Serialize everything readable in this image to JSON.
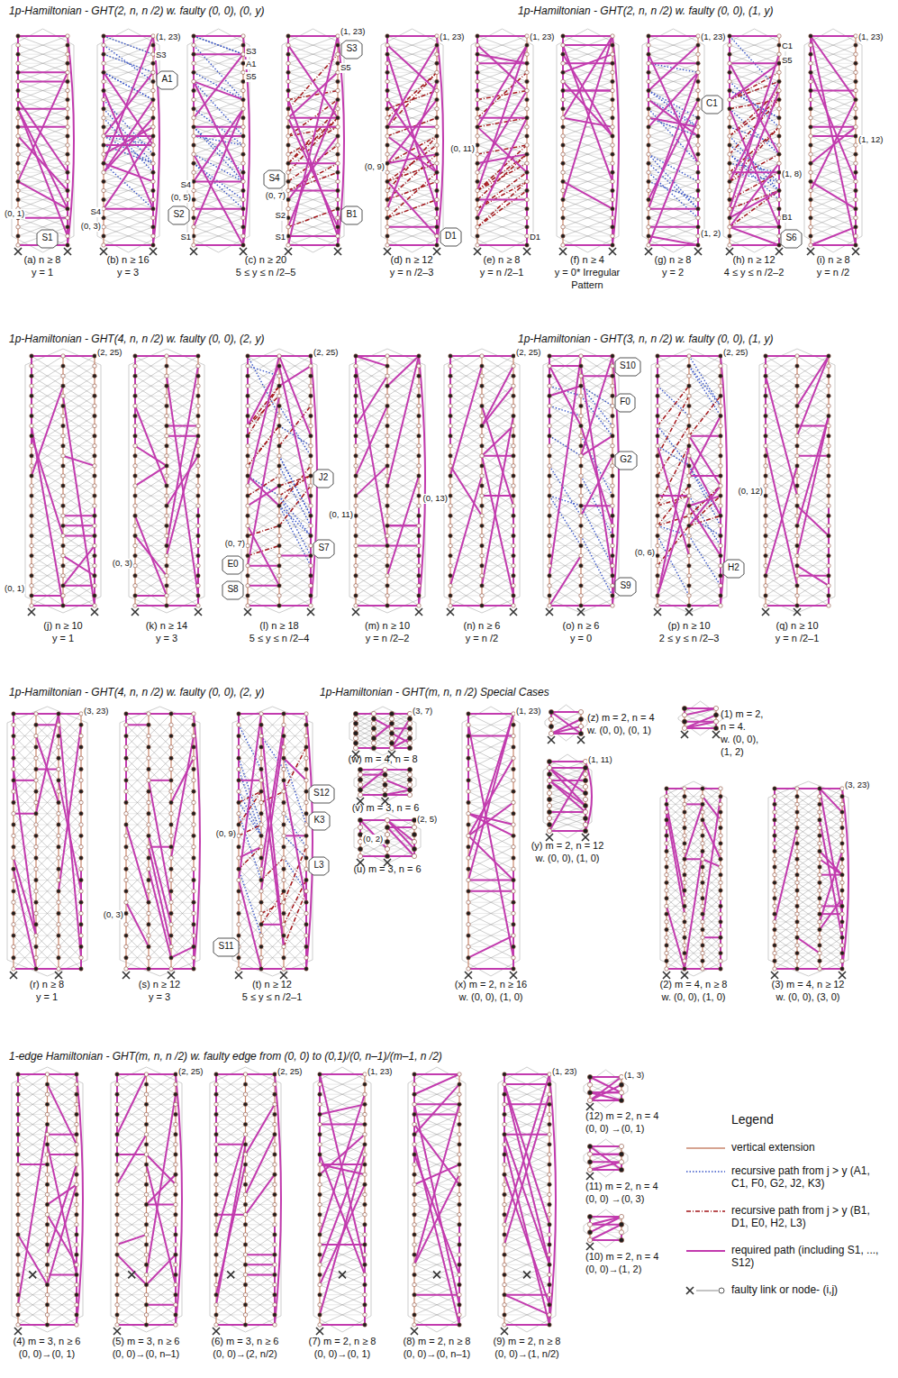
{
  "diagram": {
    "nodes": [
      {
        "text": [
          "S1"
        ]
      },
      {
        "text": [
          "A1"
        ]
      },
      {
        "text": [
          "S2"
        ]
      },
      {
        "text": [
          "S3"
        ]
      },
      {
        "text": [
          "S4"
        ]
      },
      {
        "text": [
          "B1"
        ]
      },
      {
        "text": [
          "D1"
        ]
      },
      {
        "text": [
          "C1"
        ]
      },
      {
        "text": [
          "S6"
        ]
      },
      {
        "text": [
          "E0"
        ]
      },
      {
        "text": [
          "S8"
        ]
      },
      {
        "text": [
          "J2"
        ]
      },
      {
        "text": [
          "S7"
        ]
      },
      {
        "text": [
          "S10"
        ]
      },
      {
        "text": [
          "F0"
        ]
      },
      {
        "text": [
          "G2"
        ]
      },
      {
        "text": [
          "S9"
        ]
      },
      {
        "text": [
          "H2"
        ]
      },
      {
        "text": [
          "S11"
        ]
      },
      {
        "text": [
          "S12"
        ]
      },
      {
        "text": [
          "K3"
        ]
      },
      {
        "text": [
          "L3"
        ]
      }
    ],
    "labels": [
      "1p-Hamiltonian - GHT(2, n, n /2) w. faulty (0, 0), (0, y)",
      "1p-Hamiltonian - GHT(2, n, n /2) w. faulty (0, 0), (1, y)",
      "(0, 1)",
      "(a) n ≥ 8",
      "y = 1",
      "(1, 23)",
      "S3",
      "S4",
      "(0, 3)",
      "(b) n ≥ 16",
      "y = 3",
      "S3",
      "A1",
      "S5",
      "S4",
      "(0, 5)",
      "S1",
      "(1, 23)",
      "S5",
      "(0, 7)",
      "S2",
      "S1",
      "(c) n ≥ 20",
      "5 ≤ y ≤ n /2–5",
      "(1, 23)",
      "(0, 9)",
      "(d) n ≥ 12",
      "y = n /2–3",
      "(1, 23)",
      "(0, 11)",
      "D1",
      "(e) n ≥ 8",
      "y = n /2–1",
      "(f) n ≥ 4",
      "y = 0* Irregular",
      "Pattern",
      "(1, 23)",
      "(1, 2)",
      "(g) n ≥ 8",
      "y = 2",
      "C1",
      "S5",
      "(1, 8)",
      "B1",
      "(h) n ≥ 12",
      "4 ≤ y ≤ n /2–2",
      "(1, 23)",
      "(1, 12)",
      "(i) n ≥ 8",
      "y = n /2",
      "1p-Hamiltonian - GHT(4, n, n /2) w. faulty (0, 0), (2, y)",
      "1p-Hamiltonian - GHT(3, n, n /2) w. faulty (0, 0), (1, y)",
      "(2, 25)",
      "(0, 1)",
      "(j) n ≥ 10",
      "y = 1",
      "(0, 3)",
      "(k) n ≥ 14",
      "y = 3",
      "(2, 25)",
      "(0, 7)",
      "(l) n ≥ 18",
      "5 ≤ y ≤ n /2–4",
      "(0, 11)",
      "(m) n ≥ 10",
      "y = n /2–2",
      "(2, 25)",
      "(0, 13)",
      "(n) n ≥ 6",
      "y = n /2",
      "(o) n ≥ 6",
      "y = 0",
      "(2, 25)",
      "(0, 6)",
      "(p) n ≥ 10",
      "2 ≤ y ≤ n /2–3",
      "(0, 12)",
      "(q) n ≥ 10",
      "y = n /2–1",
      "1p-Hamiltonian - GHT(4, n, n /2) w. faulty (0, 0), (2, y)",
      "1p-Hamiltonian - GHT(m, n, n /2) Special Cases",
      "(3, 23)",
      "(r) n ≥ 8",
      "y = 1",
      "(0, 3)",
      "(s) n ≥ 12",
      "y = 3",
      "(0, 9)",
      "(t) n ≥ 12",
      "5 ≤ y ≤ n /2–1",
      "(3, 7)",
      "(w) m = 4, n = 8",
      "(v) m = 3, n = 6",
      "(2, 5)",
      "(0, 2)",
      "(u) m = 3, n = 6",
      "(1, 23)",
      "(x) m = 2, n ≥ 16",
      "w. (0, 0), (1, 0)",
      "(z) m = 2, n = 4",
      "w. (0, 0), (0, 1)",
      "(1) m = 2,",
      "n = 4.",
      "w. (0, 0),",
      "(1, 2)",
      "(1, 11)",
      "(y) m = 2, n = 12",
      "w. (0, 0), (1, 0)",
      "(2) m = 4, n ≥ 8",
      "w. (0, 0), (1, 0)",
      "(3, 23)",
      "(3) m = 4, n ≥ 12",
      "w. (0, 0), (3, 0)",
      "1-edge Hamiltonian - GHT(m, n, n /2) w. faulty edge from (0, 0) to (0,1)/(0, n–1)/(m–1, n /2)",
      "(4) m = 3, n ≥ 6",
      "(0, 0)→(0, 1)",
      "(2, 25)",
      "(5) m = 3, n ≥ 6",
      "(0, 0)→(0, n–1)",
      "(2, 25)",
      "(6) m = 3, n ≥ 6",
      "(0, 0)→(2, n/2)",
      "(1, 23)",
      "(7) m = 2, n ≥ 8",
      "(0, 0)→(0, 1)",
      "(8) m = 2, n ≥ 8",
      "(0, 0)→(0, n–1)",
      "(1, 23)",
      "(9) m = 2, n ≥ 8",
      "(0, 0)→(1, n/2)",
      "(1, 3)",
      "(12) m = 2, n = 4",
      "(0, 0) →(0, 1)",
      "(11) m = 2, n = 4",
      "(0, 0) →(0, 3)",
      "(10) m = 2, n = 4",
      "(0, 0)→(1, 2)",
      "Legend"
    ],
    "legend": [
      {
        "text": "vertical extension"
      },
      {
        "text": "recursive path from j > y (A1, C1, F0, G2, J2, K3)"
      },
      {
        "text": "recursive path from j > y (B1, D1, E0, H2, L3)"
      },
      {
        "text": "required path (including S1, ..., S12)"
      },
      {
        "text": "faulty link or node- (i,j)"
      }
    ]
  }
}
